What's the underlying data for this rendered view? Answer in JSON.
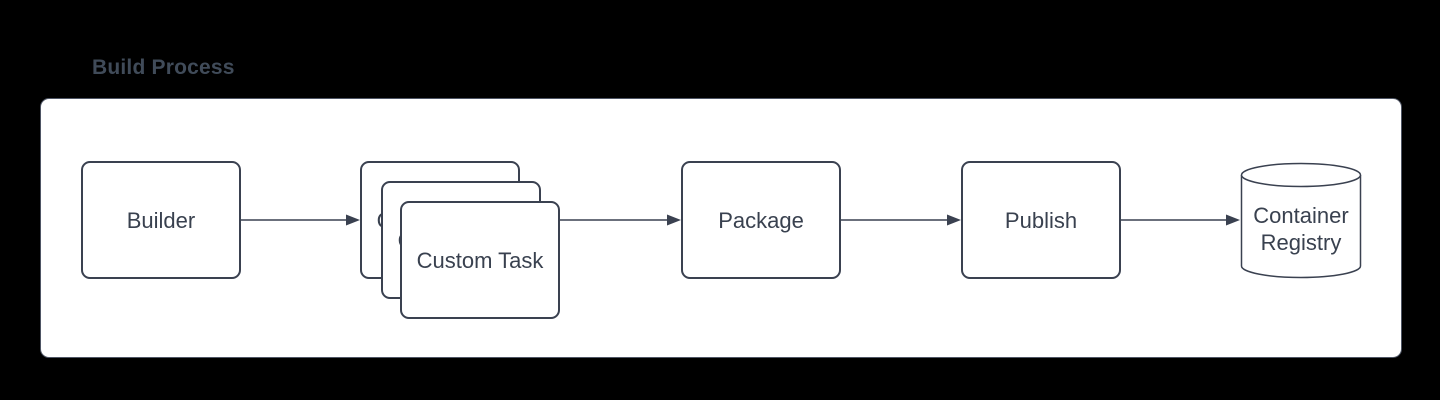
{
  "diagram": {
    "title": "Build Process",
    "nodes": [
      {
        "id": "builder",
        "label": "Builder",
        "shape": "rectangle"
      },
      {
        "id": "custom-task",
        "label": "Custom Task",
        "shape": "stacked-rectangles",
        "stack_count": 3
      },
      {
        "id": "package",
        "label": "Package",
        "shape": "rectangle"
      },
      {
        "id": "publish",
        "label": "Publish",
        "shape": "rectangle"
      },
      {
        "id": "container-registry",
        "label": "Container Registry",
        "shape": "cylinder"
      }
    ],
    "edges": [
      {
        "from": "builder",
        "to": "custom-task",
        "style": "arrow-right"
      },
      {
        "from": "custom-task",
        "to": "package",
        "style": "arrow-right"
      },
      {
        "from": "package",
        "to": "publish",
        "style": "arrow-right"
      },
      {
        "from": "publish",
        "to": "container-registry",
        "style": "arrow-right"
      }
    ],
    "colors": {
      "page_background": "#000000",
      "canvas_background": "#ffffff",
      "canvas_border": "#4e5564",
      "shape_stroke": "#3a4150",
      "node_text": "#39414f",
      "title_text": "#404b59"
    }
  }
}
